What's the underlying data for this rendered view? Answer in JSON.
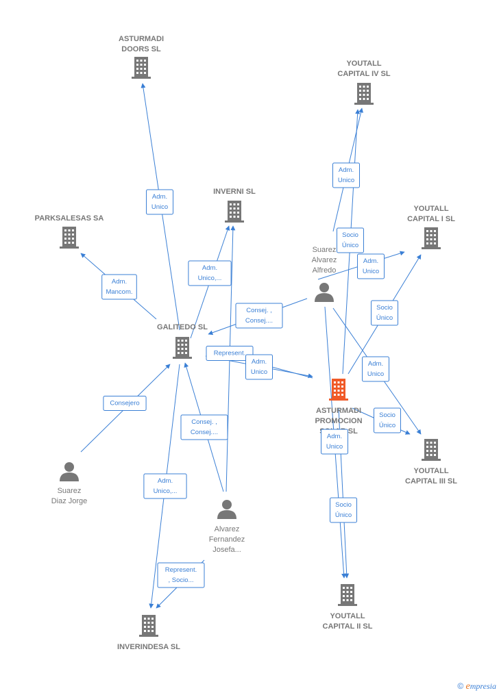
{
  "colors": {
    "edge": "#3a7fd5",
    "company": "#777777",
    "focus": "#f05a28",
    "person": "#777777",
    "label": "#777777"
  },
  "nodes": [
    {
      "id": "asturmadi_doors",
      "type": "company",
      "label": [
        "ASTURMADI",
        "DOORS  SL"
      ]
    },
    {
      "id": "youtall_iv",
      "type": "company",
      "label": [
        "YOUTALL",
        "CAPITAL IV  SL"
      ]
    },
    {
      "id": "inverni",
      "type": "company",
      "label": [
        "INVERNI SL"
      ]
    },
    {
      "id": "parksalesas",
      "type": "company",
      "label": [
        "PARKSALESAS SA"
      ]
    },
    {
      "id": "youtall_i",
      "type": "company",
      "label": [
        "YOUTALL",
        "CAPITAL I  SL"
      ]
    },
    {
      "id": "suarez_alvarez",
      "type": "person",
      "label": [
        "Suarez",
        "Alvarez",
        "Alfredo"
      ]
    },
    {
      "id": "galitedo",
      "type": "company",
      "label": [
        "GALITEDO SL"
      ]
    },
    {
      "id": "asturmadi_promocion",
      "type": "focus",
      "label": [
        "ASTURMADI",
        "PROMOCION",
        "SOLAR  SL"
      ]
    },
    {
      "id": "suarez_diaz",
      "type": "person",
      "label": [
        "Suarez",
        "Diaz Jorge"
      ]
    },
    {
      "id": "youtall_iii",
      "type": "company",
      "label": [
        "YOUTALL",
        "CAPITAL III  SL"
      ]
    },
    {
      "id": "alvarez_fernandez",
      "type": "person",
      "label": [
        "Alvarez",
        "Fernandez",
        "Josefa..."
      ]
    },
    {
      "id": "inverindesa",
      "type": "company",
      "label": [
        "INVERINDESA SL"
      ]
    },
    {
      "id": "youtall_ii",
      "type": "company",
      "label": [
        "YOUTALL",
        "CAPITAL II  SL"
      ]
    }
  ],
  "edges": [
    {
      "id": "e1",
      "label": [
        "Adm.",
        "Unico"
      ]
    },
    {
      "id": "e2",
      "label": [
        "Adm.",
        "Mancom."
      ]
    },
    {
      "id": "e3",
      "label": [
        "Adm.",
        "Unico,..."
      ]
    },
    {
      "id": "e4",
      "label": [
        "Consej. ,",
        "Consej...."
      ]
    },
    {
      "id": "e5",
      "label": [
        "Represent."
      ]
    },
    {
      "id": "e6",
      "label": [
        "Adm.",
        "Unico"
      ]
    },
    {
      "id": "e7",
      "label": [
        "Consejero"
      ]
    },
    {
      "id": "e8",
      "label": [
        "Consej. ,",
        "Consej...."
      ]
    },
    {
      "id": "e9",
      "label": [
        "Adm.",
        "Unico,..."
      ]
    },
    {
      "id": "e10",
      "label": [
        "Represent.",
        ", Socio..."
      ]
    },
    {
      "id": "e11",
      "label": [
        "Adm.",
        "Unico"
      ]
    },
    {
      "id": "e12",
      "label": [
        "Socio",
        "Único"
      ]
    },
    {
      "id": "e13",
      "label": [
        "Adm.",
        "Unico"
      ]
    },
    {
      "id": "e14",
      "label": [
        "Socio",
        "Único"
      ]
    },
    {
      "id": "e15",
      "label": [
        "Adm.",
        "Unico"
      ]
    },
    {
      "id": "e16",
      "label": [
        "Socio",
        "Único"
      ]
    },
    {
      "id": "e17",
      "label": [
        "Adm.",
        "Unico"
      ]
    },
    {
      "id": "e18",
      "label": [
        "Socio",
        "Único"
      ]
    }
  ],
  "footer": {
    "copyright": "©",
    "brand_initial": "e",
    "brand_rest": "mpresia"
  }
}
